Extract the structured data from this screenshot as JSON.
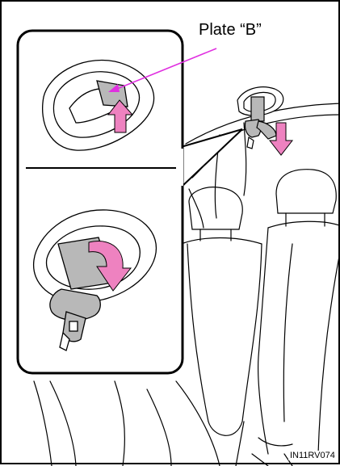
{
  "figure": {
    "callout_label": "Plate “B”",
    "image_code": "IN11RV074",
    "colors": {
      "arrow_pink": "#ee82c0",
      "pointer_magenta": "#e030e0",
      "belt_gray": "#b8b8b8",
      "outline": "#000000"
    },
    "icons": {
      "upper_inset": "seatbelt-anchor-plate-raise",
      "lower_inset": "seatbelt-buckle-stow",
      "main_view": "rear-seat-ceiling-anchor"
    }
  }
}
